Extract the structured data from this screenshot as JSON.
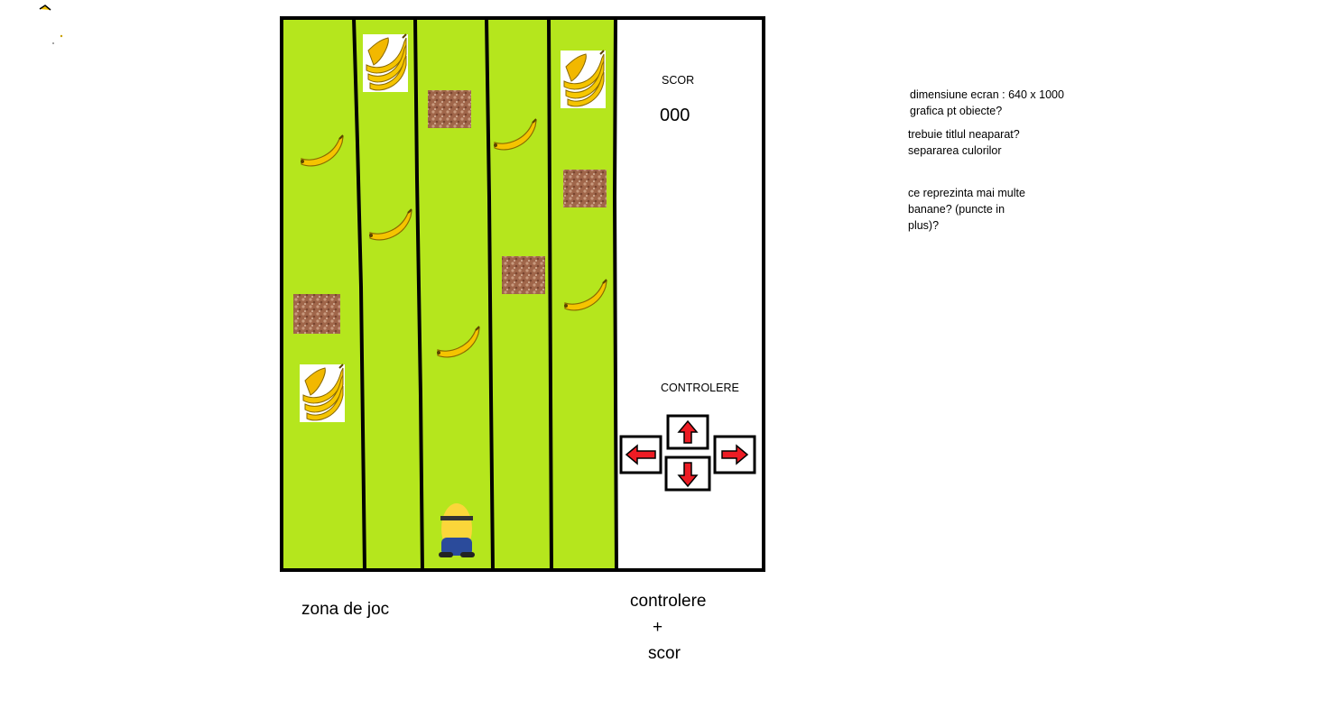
{
  "score_panel": {
    "label": "SCOR",
    "value": "000",
    "controls_label": "CONTROLERE"
  },
  "controls": [
    {
      "direction": "up",
      "icon": "arrow-up-icon"
    },
    {
      "direction": "left",
      "icon": "arrow-left-icon"
    },
    {
      "direction": "right",
      "icon": "arrow-right-icon"
    },
    {
      "direction": "down",
      "icon": "arrow-down-icon"
    }
  ],
  "captions": {
    "play_area": "zona de joc",
    "right_line1": "controlere",
    "right_line2": "+",
    "right_line3": "scor"
  },
  "notes": [
    "dimensiune ecran : 640 x 1000",
    "grafica pt obiecte?",
    "trebuie titlul neaparat?",
    "separarea culorilor",
    "ce reprezinta mai multe",
    "banane? (puncte in",
    "plus)?"
  ],
  "colors": {
    "lane_green": "#b5e61d",
    "arrow_red": "#ed1c24",
    "banana_yellow": "#f5c400",
    "obstacle_brown": "#a0664a",
    "border": "#000000"
  },
  "game_objects": [
    {
      "type": "banana",
      "lane": 1
    },
    {
      "type": "banana-bunch",
      "lane": 2
    },
    {
      "type": "banana-bunch",
      "lane": 5
    },
    {
      "type": "obstacle",
      "lane": 3
    },
    {
      "type": "banana",
      "lane": 4
    },
    {
      "type": "obstacle",
      "lane": 5
    },
    {
      "type": "banana",
      "lane": 2
    },
    {
      "type": "obstacle",
      "lane": 4
    },
    {
      "type": "banana",
      "lane": 5
    },
    {
      "type": "obstacle",
      "lane": 1
    },
    {
      "type": "banana",
      "lane": 3
    },
    {
      "type": "banana-bunch",
      "lane": 1
    },
    {
      "type": "player",
      "lane": 3
    }
  ]
}
